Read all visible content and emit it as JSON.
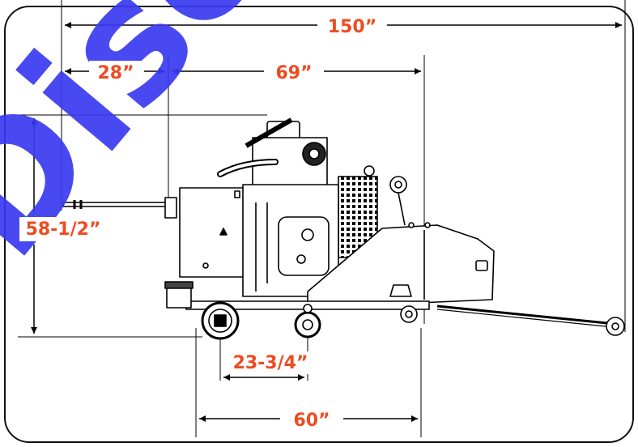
{
  "colors": {
    "dimension_text": "#ee4b22",
    "watermark": "#3a3af0",
    "lines": "#000000",
    "frame": "#111111"
  },
  "watermark": {
    "text": "Disco"
  },
  "dimensions": {
    "overall_length": "150”",
    "front_overhang": "28”",
    "body_length": "69”",
    "overall_height": "58-1/2”",
    "wheel_offset": "23-3/4”",
    "wheelbase": "60”"
  },
  "machine": {
    "icon": "walk-behind-floor-saw-drawing"
  }
}
